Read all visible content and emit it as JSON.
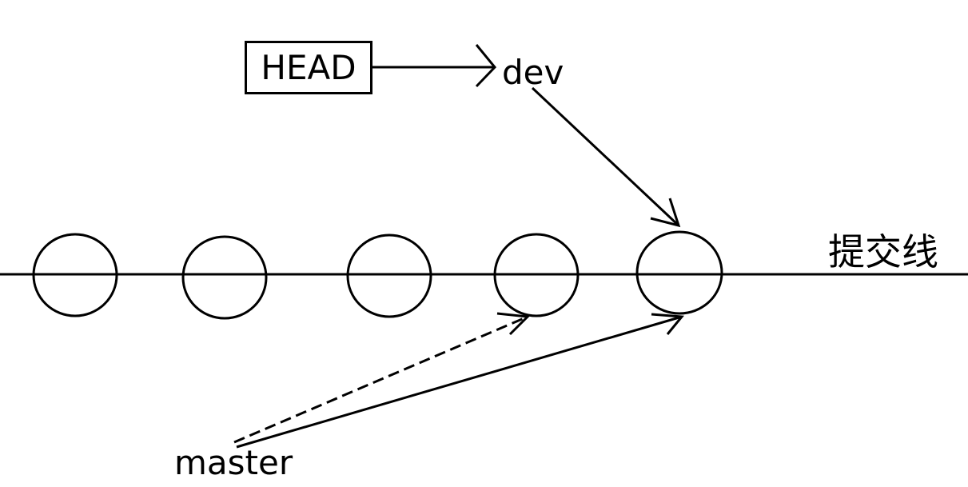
{
  "diagram": {
    "head_label": "HEAD",
    "dev_label": "dev",
    "master_label": "master",
    "commit_line_label": "提交线",
    "commit_count": 5,
    "line_color": "#000000",
    "background": "#ffffff"
  }
}
